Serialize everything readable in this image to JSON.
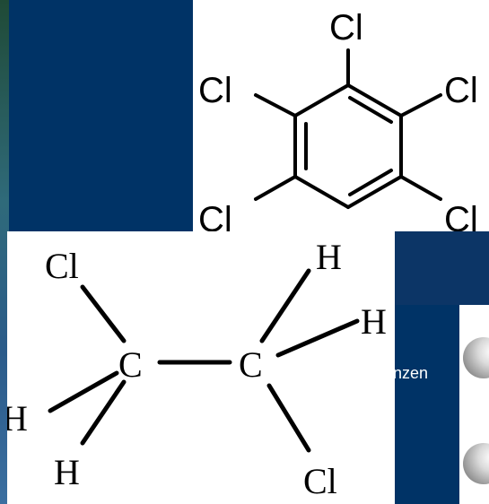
{
  "benzene": {
    "atoms": {
      "cl_top": "Cl",
      "cl_left_top": "Cl",
      "cl_right_top": "Cl",
      "cl_left_bottom": "Cl",
      "cl_right_bottom": "Cl"
    }
  },
  "ethane": {
    "atoms": {
      "cl_top": "Cl",
      "carbon_left": "C",
      "carbon_right": "C",
      "h_left": "H",
      "h_bottom": "H",
      "h_top_right": "H",
      "h_right": "H",
      "cl_bottom": "Cl"
    }
  },
  "side_panel": {
    "text_fragment": "nzen"
  }
}
